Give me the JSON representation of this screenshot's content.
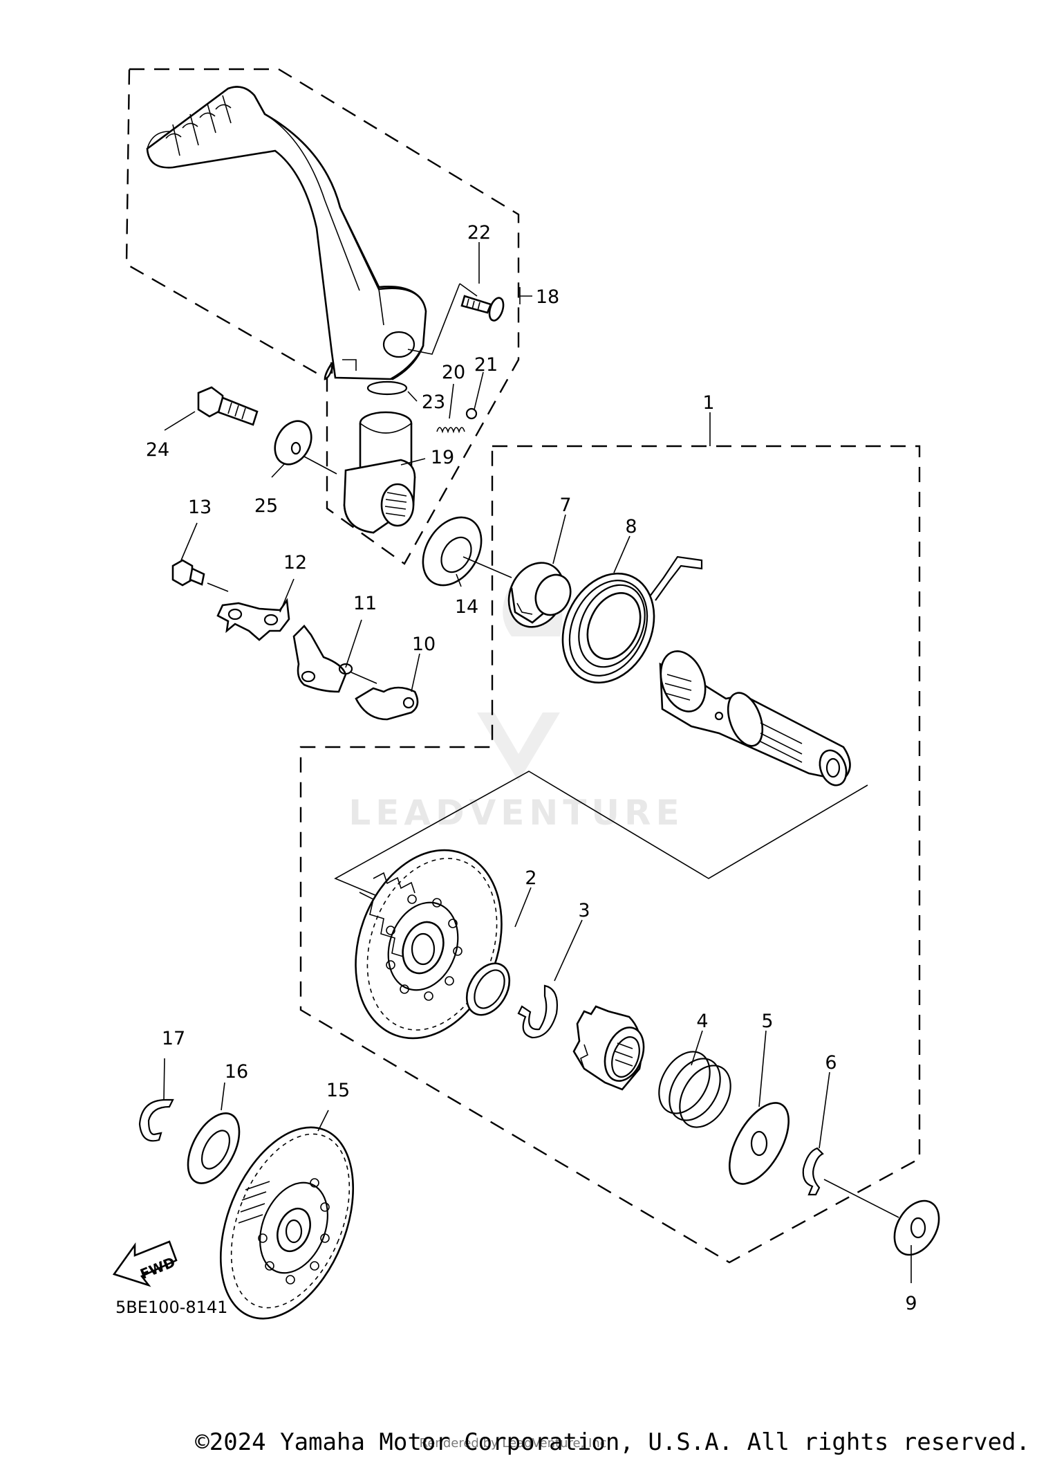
{
  "diagram": {
    "callouts": {
      "c1": "1",
      "c2": "2",
      "c3": "3",
      "c4": "4",
      "c5": "5",
      "c6": "6",
      "c7": "7",
      "c8": "8",
      "c9": "9",
      "c10": "10",
      "c11": "11",
      "c12": "12",
      "c13": "13",
      "c14": "14",
      "c15": "15",
      "c16": "16",
      "c17": "17",
      "c18": "18",
      "c19": "19",
      "c20": "20",
      "c21": "21",
      "c22": "22",
      "c23": "23",
      "c24": "24",
      "c25": "25"
    },
    "diagram_code": "5BE100-8141",
    "fwd_label": "FWD",
    "watermark": "LEADVENTURE",
    "copyright": "©2024 Yamaha Motor Corporation, U.S.A. All rights reserved.",
    "rendered_by": "Rendered by LeadVenture, Inc."
  }
}
